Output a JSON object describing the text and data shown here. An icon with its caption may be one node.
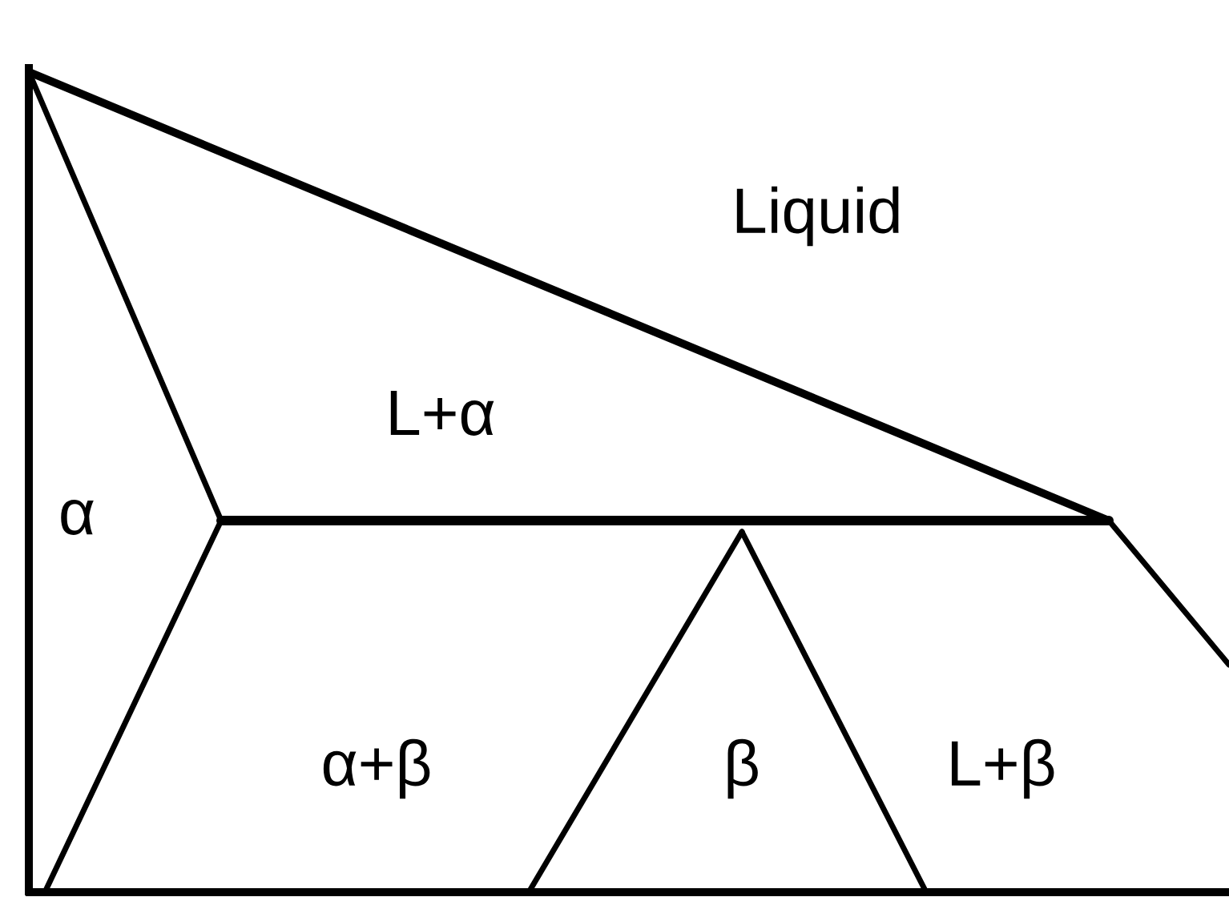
{
  "diagram": {
    "labels": [
      "Liquid",
      "L+α",
      "α",
      "α+β",
      "β",
      "L+β"
    ]
  }
}
